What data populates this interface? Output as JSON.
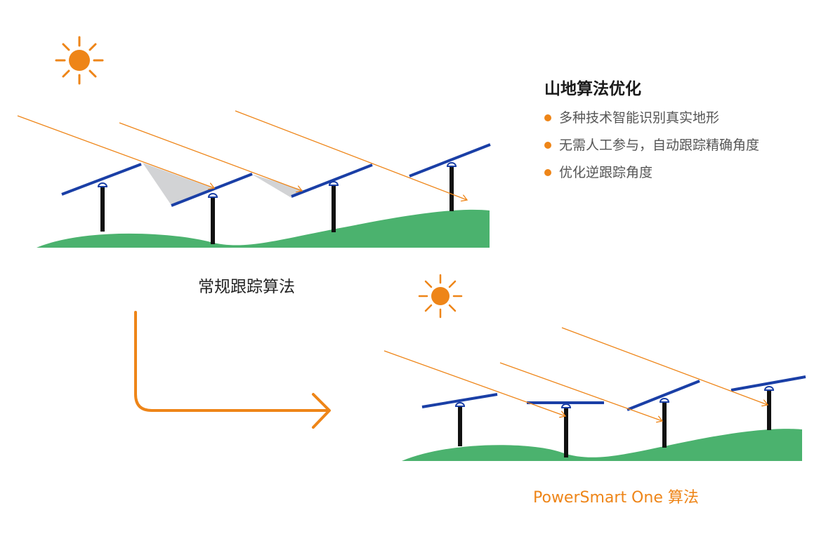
{
  "panel": {
    "title": "山地算法优化",
    "bullets": [
      "多种技术智能识别真实地形",
      "无需人工参与，自动跟踪精确角度",
      "优化逆跟踪角度"
    ]
  },
  "captions": {
    "conventional": "常规跟踪算法",
    "powersmart": "PowerSmart One 算法"
  },
  "colors": {
    "accent": "#EE8518",
    "ground": "#4BB26E",
    "panel": "#1A3FA6",
    "post": "#111111",
    "shadow": "#D2D3D5"
  },
  "icons": {
    "sun": "sun-icon",
    "flow_arrow": "arrow-right-icon"
  }
}
